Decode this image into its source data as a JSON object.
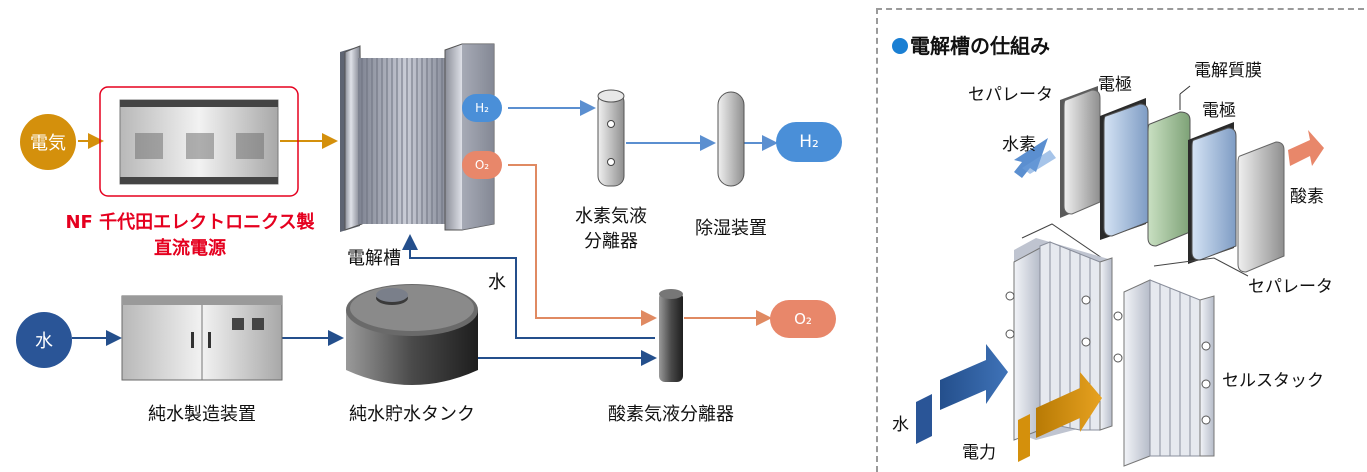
{
  "process": {
    "electricity": "電気",
    "power_supply_label_1": "NF 千代田エレクトロニクス製",
    "power_supply_label_2": "直流電源",
    "electrolyzer": "電解槽",
    "h2_port": "H₂",
    "o2_port": "O₂",
    "hydrogen_separator_1": "水素気液",
    "hydrogen_separator_2": "分離器",
    "dehumidifier": "除湿装置",
    "h2_output": "H₂",
    "o2_output": "O₂",
    "water_return": "水",
    "water_input": "水",
    "pure_water_maker": "純水製造装置",
    "pure_water_tank": "純水貯水タンク",
    "oxygen_separator": "酸素気液分離器"
  },
  "mechanism": {
    "title": "電解槽の仕組み",
    "separator_top": "セパレータ",
    "electrode_1": "電極",
    "membrane": "電解質膜",
    "electrode_2": "電極",
    "hydrogen": "水素",
    "oxygen": "酸素",
    "separator_bottom": "セパレータ",
    "cell_stack": "セルスタック",
    "water": "水",
    "power": "電力"
  },
  "colors": {
    "electricity": "#d4900c",
    "hydrogen_line": "#5b8fd0",
    "oxygen_line": "#e08a62",
    "water_line": "#244f8c",
    "h2_bubble": "#4a8fd8",
    "o2_bubble": "#e8876a",
    "water_bubble": "#2a5597",
    "red_text": "#e5001f"
  }
}
